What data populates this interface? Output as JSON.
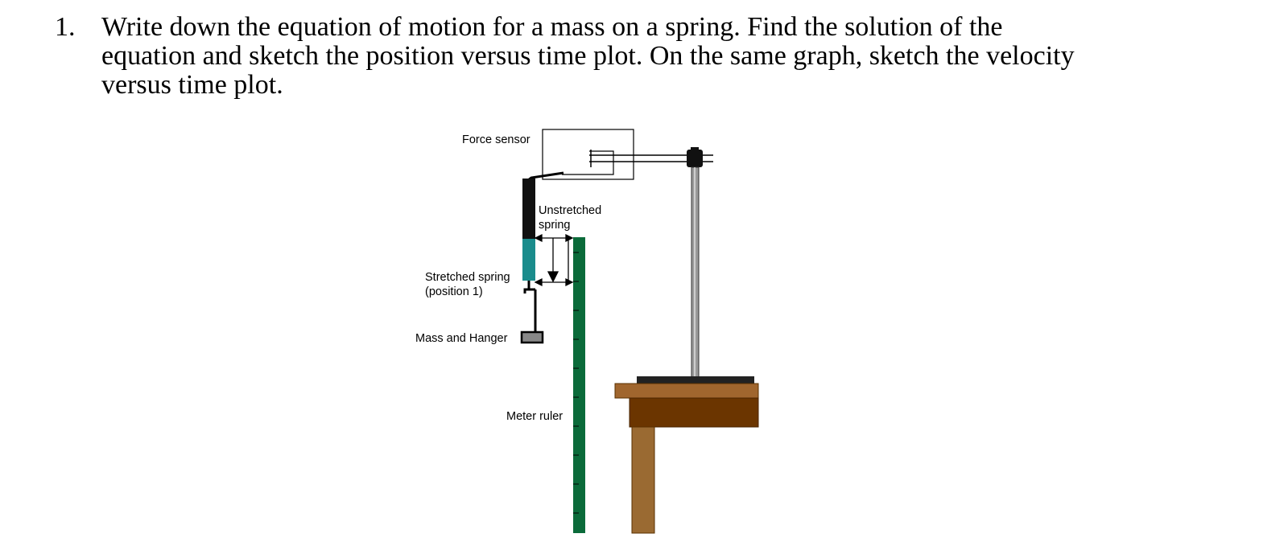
{
  "question": {
    "number": "1.",
    "lines": [
      "Write down the equation of motion for a mass on a spring. Find the solution of the",
      "equation and sketch the position versus time plot. On the same graph, sketch the velocity",
      "versus time plot."
    ]
  },
  "figure": {
    "labels": {
      "force_sensor": "Force sensor",
      "unstretched_line1": "Unstretched",
      "unstretched_line2": "spring",
      "stretched_line1": "Stretched spring",
      "stretched_line2": "(position 1)",
      "mass_hanger": "Mass and Hanger",
      "meter_ruler": "Meter ruler"
    },
    "colors": {
      "ruler": "#0b6b3a",
      "spring_stretched": "#1a8c8c",
      "spring_unstretched": "#111111",
      "table_top": "#a0662e",
      "table_body": "#6b3500",
      "table_leg": "#9a6a32",
      "stand_rod": "#999999",
      "mass": "#888888"
    }
  }
}
